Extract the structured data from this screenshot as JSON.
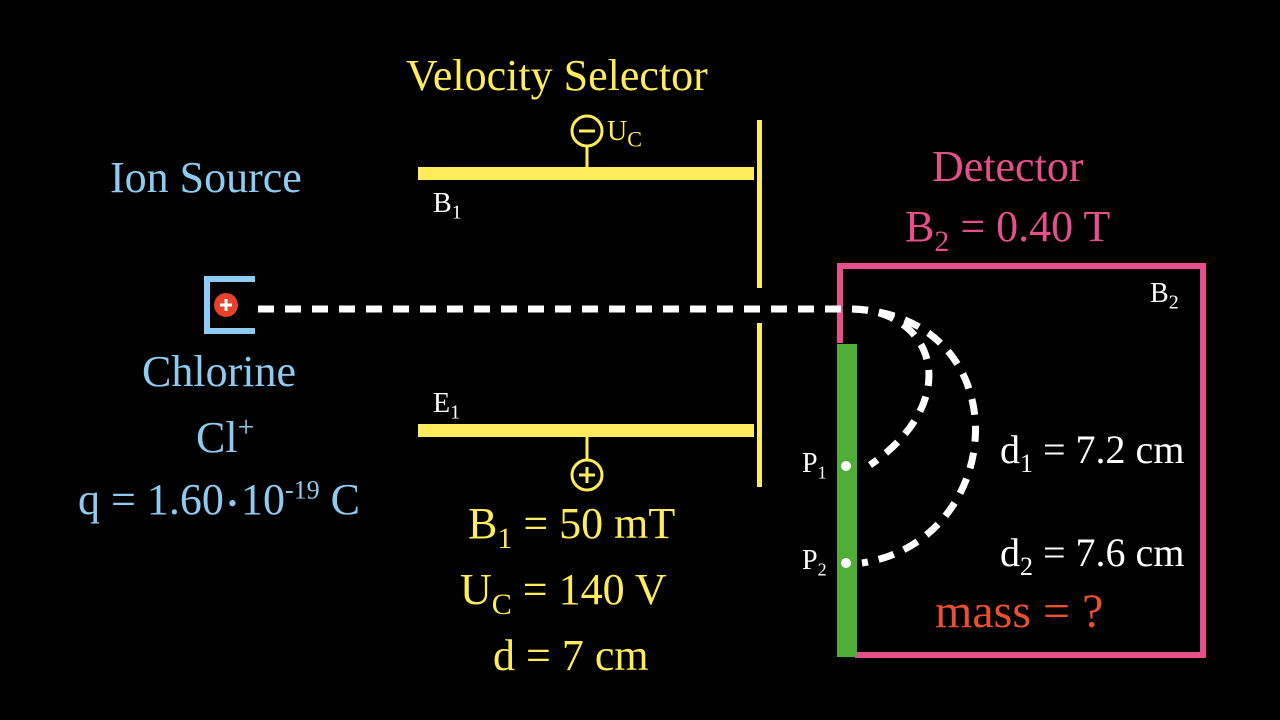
{
  "velocity_selector": {
    "title": "Velocity Selector",
    "voltage_label": "U",
    "voltage_sub": "C",
    "top_plate_label": "B",
    "top_plate_sub": "1",
    "bottom_plate_label": "E",
    "bottom_plate_sub": "1",
    "params": [
      {
        "sym": "B",
        "sub": "1",
        "rest": " = 50 mT"
      },
      {
        "sym": "U",
        "sub": "C",
        "rest": " = 140 V"
      },
      {
        "sym": "d",
        "sub": "",
        "rest": " = 7 cm"
      }
    ]
  },
  "ion_source": {
    "title": "Ion Source",
    "ion_name": "Chlorine",
    "ion_symbol": "Cl",
    "ion_charge": "+",
    "charge_text": "q = 1.60",
    "charge_dot": "•",
    "charge_base": "10",
    "charge_exp": "-19",
    "charge_unit": " C"
  },
  "detector": {
    "title": "Detector",
    "field_sym": "B",
    "field_sub": "2",
    "field_rest": " = 0.40 T",
    "corner_label": "B",
    "corner_sub": "2",
    "p1_label": "P",
    "p1_sub": "1",
    "p2_label": "P",
    "p2_sub": "2",
    "d1_sym": "d",
    "d1_sub": "1",
    "d1_rest": " = 7.2 cm",
    "d2_sym": "d",
    "d2_sub": "2",
    "d2_rest": " = 7.6 cm",
    "question": "mass = ?"
  },
  "colors": {
    "background": "#000000",
    "selector": "#ffec5c",
    "ion": "#8ecbf2",
    "detector": "#e5508a",
    "plate": "#4fae35",
    "question": "#e8502f",
    "path": "#ffffff"
  },
  "icons": [
    "plus-charge-icon",
    "minus-terminal-icon",
    "plus-terminal-icon"
  ]
}
